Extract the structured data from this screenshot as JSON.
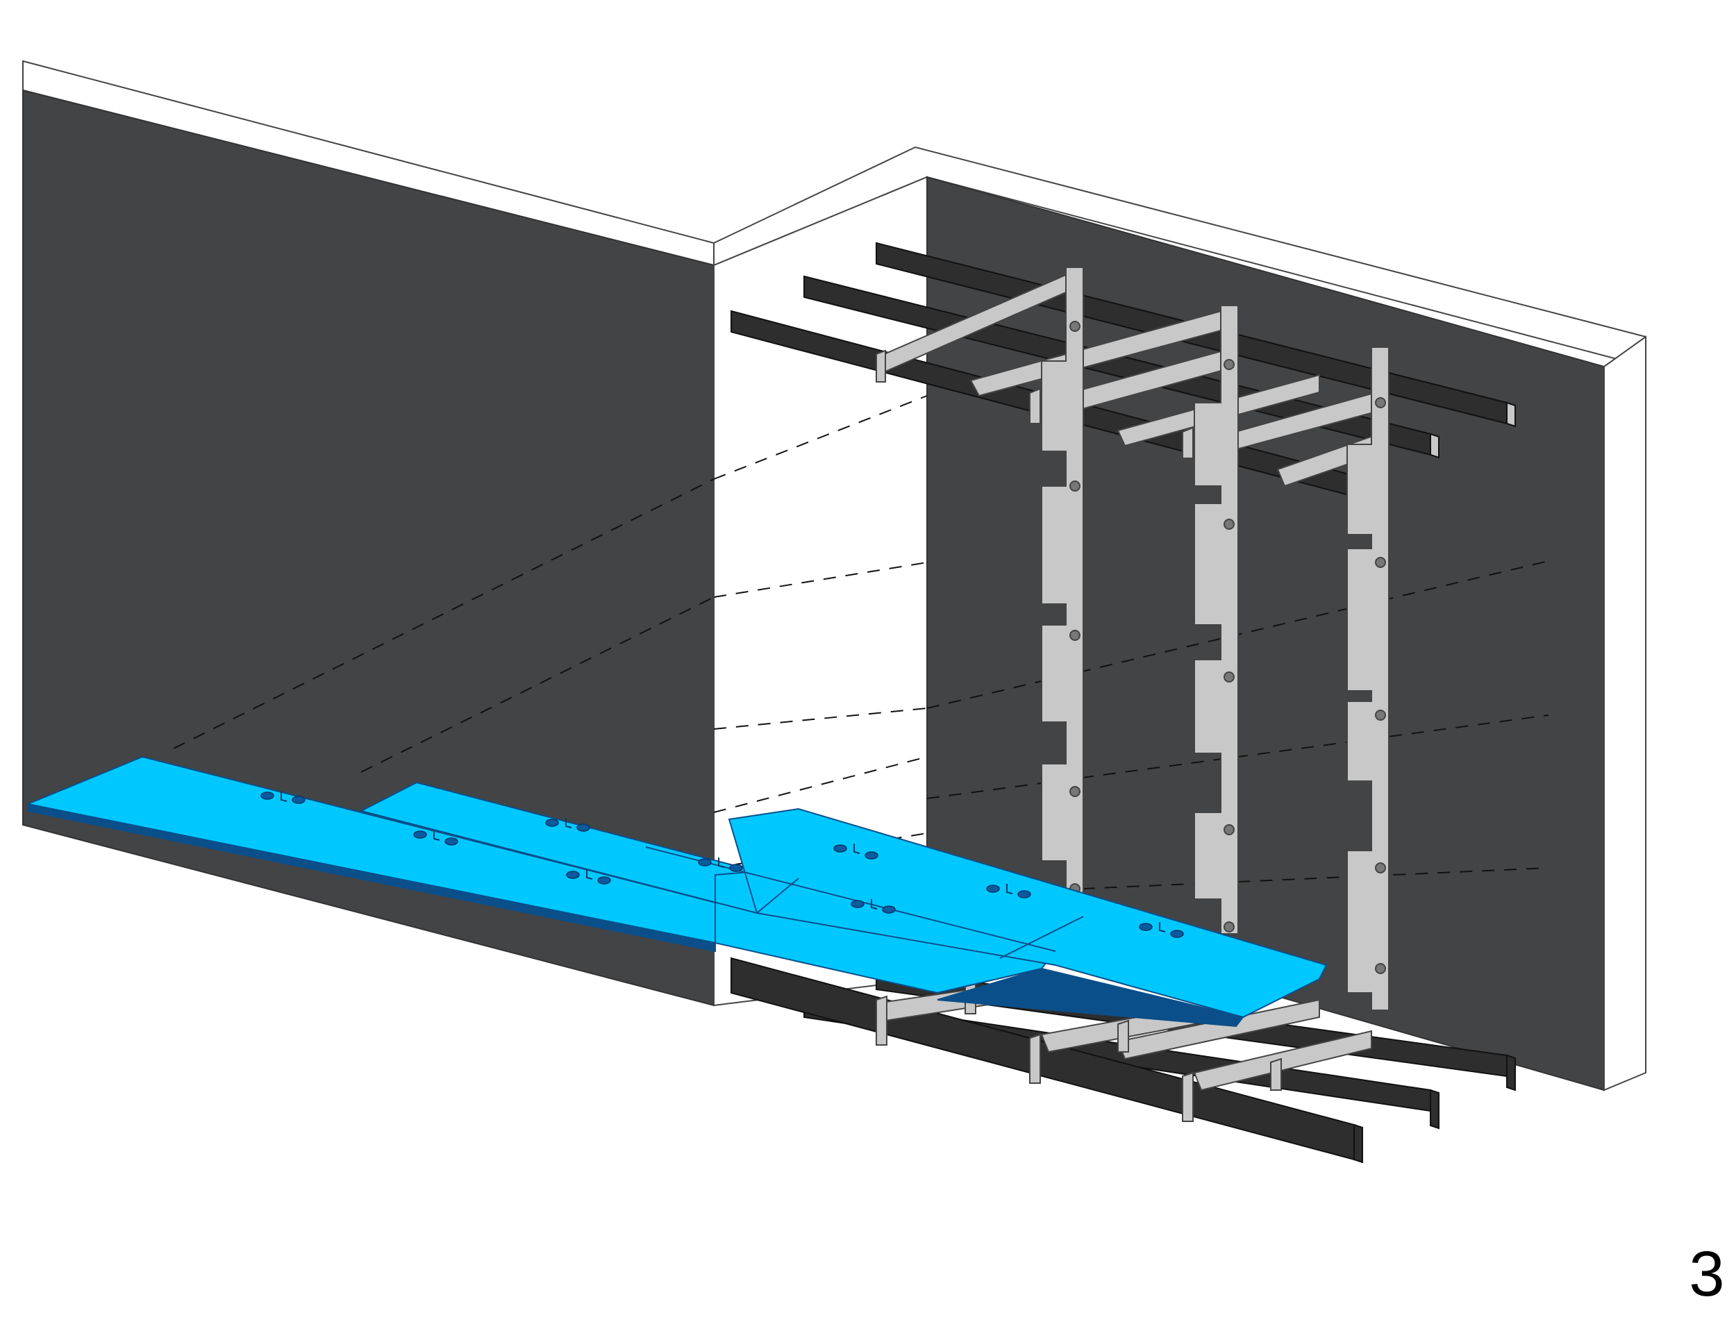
{
  "figure": {
    "step_number": "3",
    "colors": {
      "wall": "#434446",
      "wall_edge": "#ffffff",
      "outline": "#333333",
      "panel": "#00c8ff",
      "panel_edge": "#0a4f8a",
      "panel_hole": "#0a5aa0",
      "bracket": "#c8c8c8",
      "bracket_edge": "#444444",
      "rail": "#2e2e2e",
      "rail_edge": "#111111",
      "guide_line": "#111111"
    },
    "parts": [
      "wall",
      "floor-panel",
      "vertical-bracket",
      "horizontal-rail",
      "guide-line"
    ]
  }
}
